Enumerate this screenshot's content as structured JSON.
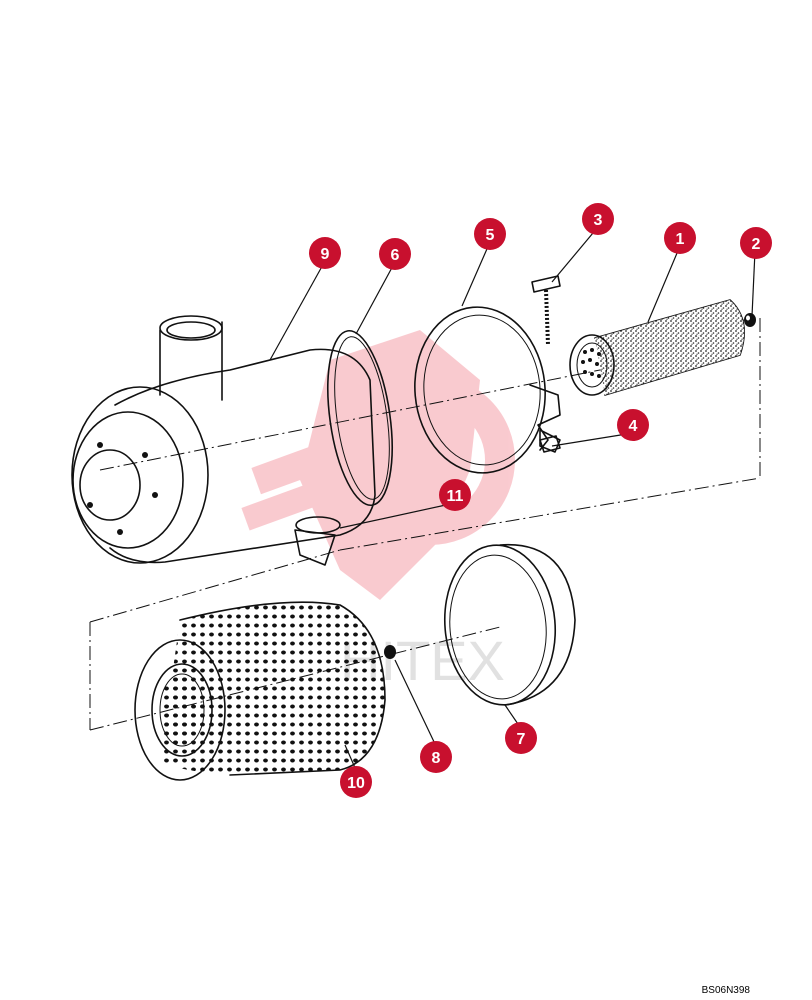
{
  "watermark": {
    "text": "HITEX",
    "color": "#e8132b"
  },
  "figure_code": "BS06N398",
  "callout_color": "#c8102e",
  "callouts": [
    {
      "id": "callout-1",
      "label": "1"
    },
    {
      "id": "callout-2",
      "label": "2"
    },
    {
      "id": "callout-3",
      "label": "3"
    },
    {
      "id": "callout-4",
      "label": "4"
    },
    {
      "id": "callout-5",
      "label": "5"
    },
    {
      "id": "callout-6",
      "label": "6"
    },
    {
      "id": "callout-7",
      "label": "7"
    },
    {
      "id": "callout-8",
      "label": "8"
    },
    {
      "id": "callout-9",
      "label": "9"
    },
    {
      "id": "callout-10",
      "label": "10"
    },
    {
      "id": "callout-11",
      "label": "11"
    }
  ]
}
